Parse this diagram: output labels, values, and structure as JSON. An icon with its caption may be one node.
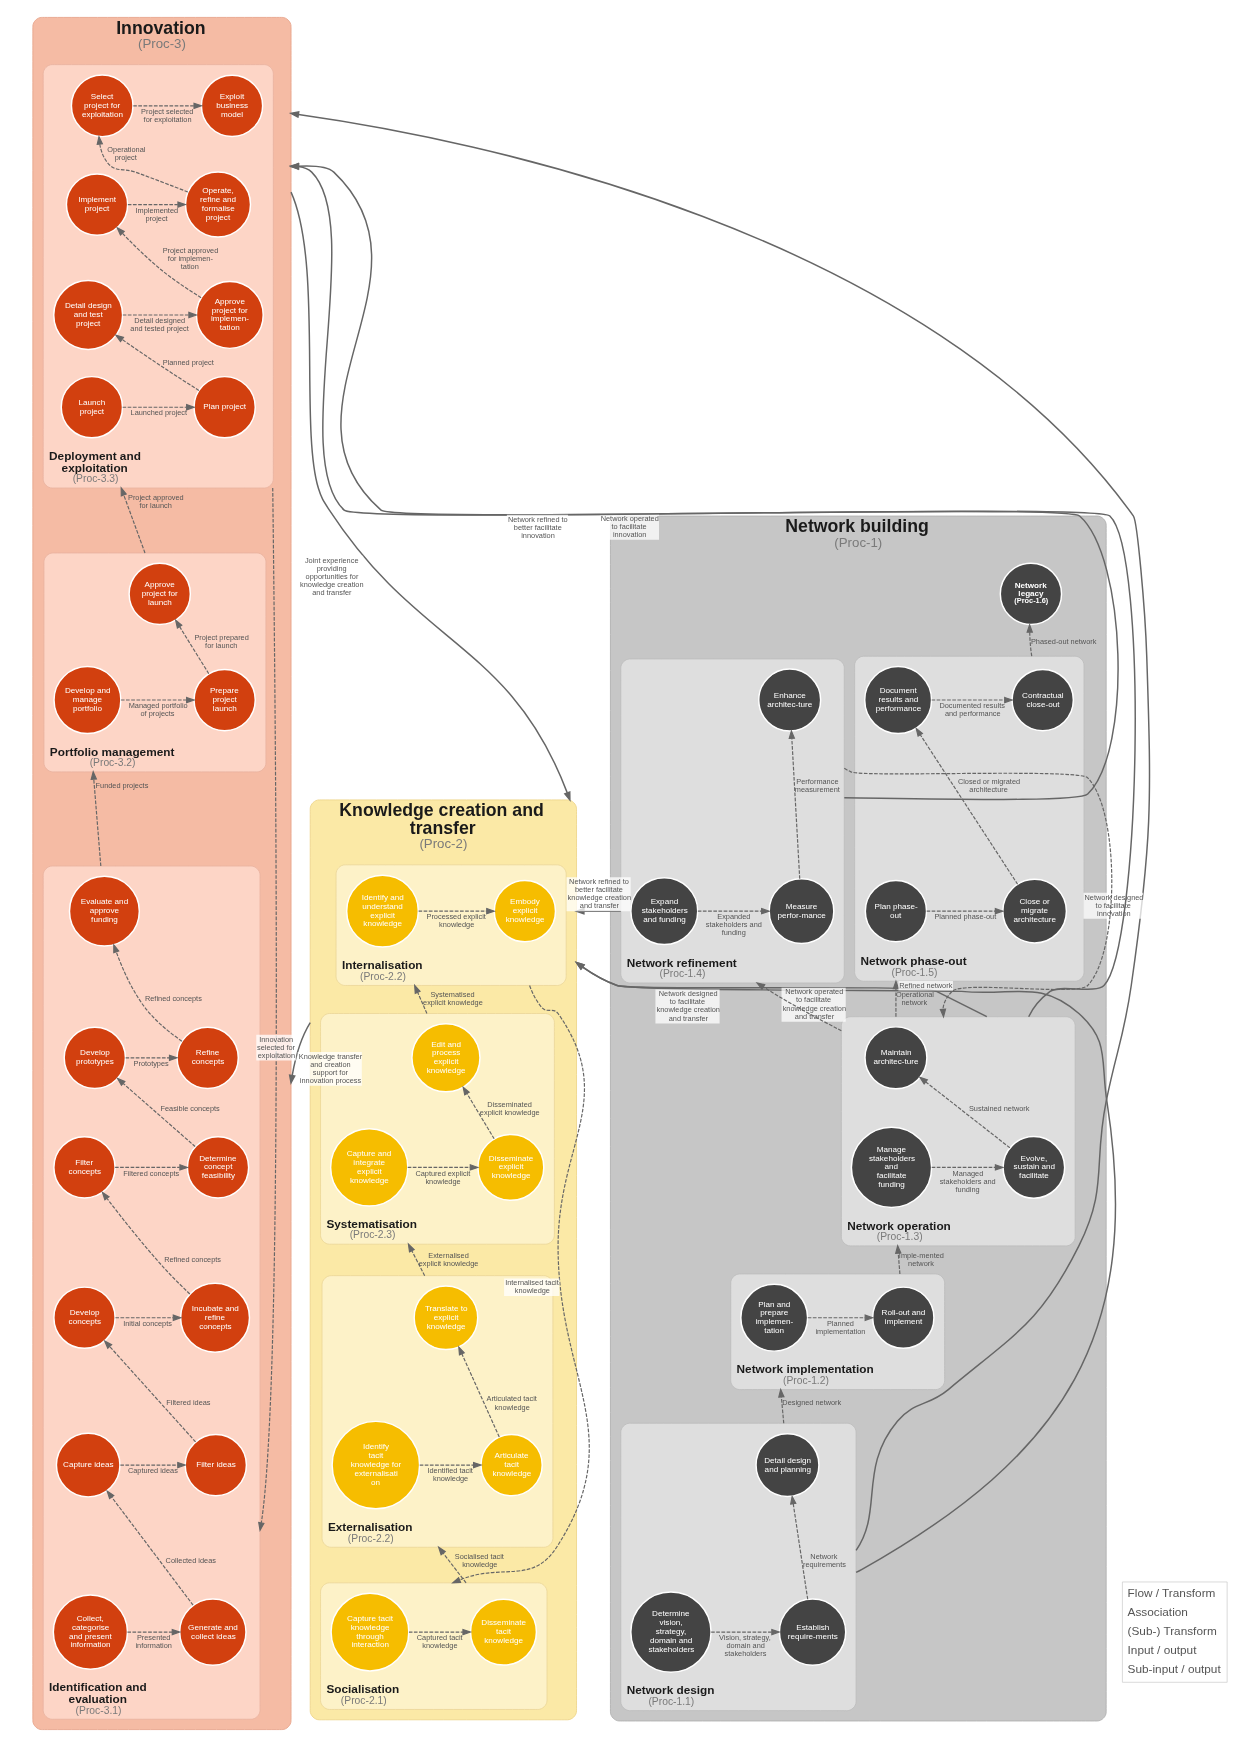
{
  "diagram": {
    "nodes": [
      {
        "text": [
          "Innovation",
          "(Proc-3)"
        ]
      },
      {
        "text": [
          "Identification and evaluation",
          "(Proc-3.1)"
        ],
        "in": 0
      },
      {
        "text": [
          "Collect, categorise and present information"
        ],
        "in": 1
      },
      {
        "text": [
          "Generate and collect ideas"
        ],
        "in": 1
      },
      {
        "text": [
          "Capture ideas"
        ],
        "in": 1
      },
      {
        "text": [
          "Filter ideas"
        ],
        "in": 1
      },
      {
        "text": [
          "Develop concepts"
        ],
        "in": 1
      },
      {
        "text": [
          "Incubate and refine concepts"
        ],
        "in": 1
      },
      {
        "text": [
          "Filter concepts"
        ],
        "in": 1
      },
      {
        "text": [
          "Determine concept feasibility"
        ],
        "in": 1
      },
      {
        "text": [
          "Develop prototypes"
        ],
        "in": 1
      },
      {
        "text": [
          "Refine concepts"
        ],
        "in": 1
      },
      {
        "text": [
          "Evaluate and approve funding"
        ],
        "in": 1
      },
      {
        "text": [
          "Portfolio management",
          "(Proc-3.2)"
        ],
        "in": 0
      },
      {
        "text": [
          "Develop and manage portfolio"
        ],
        "in": 13
      },
      {
        "text": [
          "Prepare project launch"
        ],
        "in": 13
      },
      {
        "text": [
          "Approve project for launch"
        ],
        "in": 13
      },
      {
        "text": [
          "Deployment and exploitation",
          "(Proc-3.3)"
        ],
        "in": 0
      },
      {
        "text": [
          "Launch project"
        ],
        "in": 17
      },
      {
        "text": [
          "Plan project"
        ],
        "in": 17
      },
      {
        "text": [
          "Detail design and test project"
        ],
        "in": 17
      },
      {
        "text": [
          "Approve project for implemen-tation"
        ],
        "in": 17
      },
      {
        "text": [
          "Implement project"
        ],
        "in": 17
      },
      {
        "text": [
          "Operate, refine and formalise project"
        ],
        "in": 17
      },
      {
        "text": [
          "Select project for exploitation"
        ],
        "in": 17
      },
      {
        "text": [
          "Exploit business model"
        ],
        "in": 17
      },
      {
        "text": [
          "Knowledge creation and transfer",
          "(Proc-2)"
        ]
      },
      {
        "text": [
          "Socialisation",
          "(Proc-2.1)"
        ],
        "in": 26
      },
      {
        "text": [
          "Capture tacit knowledge through interaction"
        ],
        "in": 27
      },
      {
        "text": [
          "Disseminate tacit knowledge"
        ],
        "in": 27
      },
      {
        "text": [
          "Externalisation",
          "(Proc-2.2)"
        ],
        "in": 26
      },
      {
        "text": [
          "Identify tacit knowledge for externalisation"
        ],
        "in": 30
      },
      {
        "text": [
          "Articulate tacit knowledge"
        ],
        "in": 30
      },
      {
        "text": [
          "Translate to explicit knowledge"
        ],
        "in": 30
      },
      {
        "text": [
          "Systematisation",
          "(Proc-2.3)"
        ],
        "in": 26
      },
      {
        "text": [
          "Capture and integrate explicit knowledge"
        ],
        "in": 34
      },
      {
        "text": [
          "Disseminate explicit knowledge"
        ],
        "in": 34
      },
      {
        "text": [
          "Edit and process explicit knowledge"
        ],
        "in": 34
      },
      {
        "text": [
          "Internalisation",
          "(Proc-2.2)"
        ],
        "in": 26
      },
      {
        "text": [
          "Identify and understand explicit knowledge"
        ],
        "in": 38
      },
      {
        "text": [
          "Embody explicit knowledge"
        ],
        "in": 38
      },
      {
        "text": [
          "Network building",
          "(Proc-1)"
        ]
      },
      {
        "text": [
          "Network design",
          "(Proc-1.1)"
        ],
        "in": 41
      },
      {
        "text": [
          "Determine vision, strategy, domain and stakeholders"
        ],
        "in": 42
      },
      {
        "text": [
          "Establish require-ments"
        ],
        "in": 42
      },
      {
        "text": [
          "Detail design and planning"
        ],
        "in": 42
      },
      {
        "text": [
          "Network implementation",
          "(Proc-1.2)"
        ],
        "in": 41
      },
      {
        "text": [
          "Plan and prepare implemen-tation"
        ],
        "in": 46
      },
      {
        "text": [
          "Roll-out and implement"
        ],
        "in": 46
      },
      {
        "text": [
          "Network operation",
          "(Proc-1.3)"
        ],
        "in": 41
      },
      {
        "text": [
          "Manage stakeholders and facilitate funding"
        ],
        "in": 49
      },
      {
        "text": [
          "Evolve, sustain and facilitate"
        ],
        "in": 49
      },
      {
        "text": [
          "Maintain architec-ture"
        ],
        "in": 49
      },
      {
        "text": [
          "Network refinement",
          "(Proc-1.4)"
        ],
        "in": 41
      },
      {
        "text": [
          "Expand stakeholders and funding"
        ],
        "in": 53
      },
      {
        "text": [
          "Measure perfor-mance"
        ],
        "in": 53
      },
      {
        "text": [
          "Enhance architec-ture"
        ],
        "in": 53
      },
      {
        "text": [
          "Network phase-out",
          "(Proc-1.5)"
        ],
        "in": 41
      },
      {
        "text": [
          "Plan phase-out"
        ],
        "in": 57
      },
      {
        "text": [
          "Close or migrate architecture"
        ],
        "in": 57
      },
      {
        "text": [
          "Document results and performance"
        ],
        "in": 57
      },
      {
        "text": [
          "Contractual close-out"
        ],
        "in": 57
      },
      {
        "text": [
          "Network legacy",
          "(Proc-1.6)"
        ],
        "in": 41
      }
    ],
    "edges": [
      {
        "from": 2,
        "to": 3,
        "arrow": "to",
        "label": "Presented information",
        "style": "dashed"
      },
      {
        "from": 3,
        "to": 4,
        "arrow": "to",
        "label": "Collected ideas",
        "style": "dashed"
      },
      {
        "from": 4,
        "to": 5,
        "arrow": "to",
        "label": "Captured ideas",
        "style": "dashed"
      },
      {
        "from": 5,
        "to": 6,
        "arrow": "to",
        "label": "Filtered ideas",
        "style": "dashed"
      },
      {
        "from": 6,
        "to": 7,
        "arrow": "to",
        "label": "Initial concepts",
        "style": "dashed"
      },
      {
        "from": 7,
        "to": 8,
        "arrow": "to",
        "label": "Refined concepts",
        "style": "dashed"
      },
      {
        "from": 8,
        "to": 9,
        "arrow": "to",
        "label": "Filtered concepts",
        "style": "dashed"
      },
      {
        "from": 9,
        "to": 10,
        "arrow": "to",
        "label": "Feasible concepts",
        "style": "dashed"
      },
      {
        "from": 10,
        "to": 11,
        "arrow": "to",
        "label": "Prototypes",
        "style": "dashed"
      },
      {
        "from": 11,
        "to": 12,
        "arrow": "to",
        "label": "Refined concepts",
        "style": "dashed"
      },
      {
        "from": 1,
        "to": 13,
        "arrow": "to",
        "label": "Funded projects",
        "style": "dashed"
      },
      {
        "from": 14,
        "to": 15,
        "arrow": "to",
        "label": "Managed portfolio of projects",
        "style": "dashed"
      },
      {
        "from": 15,
        "to": 16,
        "arrow": "to",
        "label": "Project prepared for launch",
        "style": "dashed"
      },
      {
        "from": 13,
        "to": 17,
        "arrow": "to",
        "label": "Project approved for launch",
        "style": "dashed"
      },
      {
        "from": 18,
        "to": 19,
        "arrow": "to",
        "label": "Launched project",
        "style": "dashed"
      },
      {
        "from": 19,
        "to": 20,
        "arrow": "to",
        "label": "Planned project",
        "style": "dashed"
      },
      {
        "from": 20,
        "to": 21,
        "arrow": "to",
        "label": "Detail designed and tested project",
        "style": "dashed"
      },
      {
        "from": 21,
        "to": 22,
        "arrow": "to",
        "label": "Project approved for implemen-tation",
        "style": "dashed"
      },
      {
        "from": 22,
        "to": 23,
        "arrow": "to",
        "label": "Implemented project",
        "style": "dashed"
      },
      {
        "from": 23,
        "to": 24,
        "arrow": "to",
        "label": "Operational project",
        "style": "dashed"
      },
      {
        "from": 24,
        "to": 25,
        "arrow": "to",
        "label": "Project selected for exploitation",
        "style": "dashed"
      },
      {
        "from": 17,
        "to": 1,
        "arrow": "to",
        "label": "Innovation selected for exploitation",
        "style": "dashed"
      },
      {
        "from": 28,
        "to": 29,
        "arrow": "to",
        "label": "Captured tacit knowledge",
        "style": "dashed"
      },
      {
        "from": 27,
        "to": 30,
        "arrow": "to",
        "label": "Socialised tacit knowledge",
        "style": "dashed"
      },
      {
        "from": 31,
        "to": 32,
        "arrow": "to",
        "label": "Identified tacit knowledge",
        "style": "dashed"
      },
      {
        "from": 32,
        "to": 33,
        "arrow": "to",
        "label": "Articulated tacit knowledge",
        "style": "dashed"
      },
      {
        "from": 30,
        "to": 34,
        "arrow": "to",
        "label": "Externalised explicit knowledge",
        "style": "dashed"
      },
      {
        "from": 35,
        "to": 36,
        "arrow": "to",
        "label": "Captured explicit knowledge",
        "style": "dashed"
      },
      {
        "from": 36,
        "to": 37,
        "arrow": "to",
        "label": "Disseminated explicit knowledge",
        "style": "dashed"
      },
      {
        "from": 34,
        "to": 38,
        "arrow": "to",
        "label": "Systematised explicit knowledge",
        "style": "dashed"
      },
      {
        "from": 39,
        "to": 40,
        "arrow": "to",
        "label": "Processed explicit knowledge",
        "style": "dashed"
      },
      {
        "from": 38,
        "to": 27,
        "arrow": "to",
        "label": "Internalised tacit knowledge",
        "style": "dashed"
      },
      {
        "from": 43,
        "to": 44,
        "arrow": "to",
        "label": "Vision, strategy, domain and stakeholders",
        "style": "dashed"
      },
      {
        "from": 44,
        "to": 45,
        "arrow": "to",
        "label": "Network requirements",
        "style": "dashed"
      },
      {
        "from": 42,
        "to": 46,
        "arrow": "to",
        "label": "Designed network",
        "style": "dashed"
      },
      {
        "from": 47,
        "to": 48,
        "arrow": "to",
        "label": "Planned implementation",
        "style": "dashed"
      },
      {
        "from": 46,
        "to": 49,
        "arrow": "to",
        "label": "Imple-mented network",
        "style": "dashed"
      },
      {
        "from": 50,
        "to": 51,
        "arrow": "to",
        "label": "Managed stakeholders and funding",
        "style": "dashed"
      },
      {
        "from": 51,
        "to": 52,
        "arrow": "to",
        "label": "Sustained network",
        "style": "dashed"
      },
      {
        "from": 49,
        "to": 57,
        "arrow": "to",
        "label": "Operational network",
        "style": "dashed"
      },
      {
        "from": 49,
        "to": 53,
        "arrow": "to",
        "style": "dashed"
      },
      {
        "from": 54,
        "to": 55,
        "arrow": "to",
        "label": "Expanded stakeholders and funding",
        "style": "dashed"
      },
      {
        "from": 55,
        "to": 56,
        "arrow": "to",
        "label": "Performance measurement",
        "style": "dashed"
      },
      {
        "from": 53,
        "to": 49,
        "arrow": "to",
        "label": "Refined network",
        "style": "dashed"
      },
      {
        "from": 58,
        "to": 59,
        "arrow": "to",
        "label": "Planned phase-out",
        "style": "dashed"
      },
      {
        "from": 59,
        "to": 60,
        "arrow": "to",
        "label": "Closed or migrated architecture",
        "style": "dashed"
      },
      {
        "from": 60,
        "to": 61,
        "arrow": "to",
        "label": "Documented results and performance",
        "style": "dashed"
      },
      {
        "from": 57,
        "to": 62,
        "arrow": "to",
        "label": "Phased-out network",
        "style": "dashed"
      },
      {
        "from": 42,
        "to": 0,
        "arrow": "to",
        "label": "Network designed to facilitate innovation"
      },
      {
        "from": 42,
        "to": 26,
        "arrow": "to",
        "label": "Network designed to facilitate knowledge creation and transfer"
      },
      {
        "from": 49,
        "to": 0,
        "arrow": "to",
        "label": "Network operated to facilitate innovation"
      },
      {
        "from": 49,
        "to": 26,
        "arrow": "to",
        "label": "Network operated to facilitate knowledge creation and transfer"
      },
      {
        "from": 53,
        "to": 26,
        "arrow": "to",
        "label": "Network refined to better facilitate knowledge creation and transfer"
      },
      {
        "from": 53,
        "to": 0,
        "arrow": "to",
        "label": "Network refined to better facilitate innovation"
      },
      {
        "from": 26,
        "to": 0,
        "arrow": "to",
        "label": "Knowledge transfer and creation support for innovation process"
      },
      {
        "from": 0,
        "to": 26,
        "arrow": "to",
        "label": "Joint experience providing opportunities for knowledge creation and transfer"
      }
    ],
    "legend": [
      {
        "text": "Flow / Transform"
      },
      {
        "text": "Association"
      },
      {
        "text": "(Sub-) Transform"
      },
      {
        "text": "Input / output"
      },
      {
        "text": "Sub-input / output"
      }
    ]
  }
}
